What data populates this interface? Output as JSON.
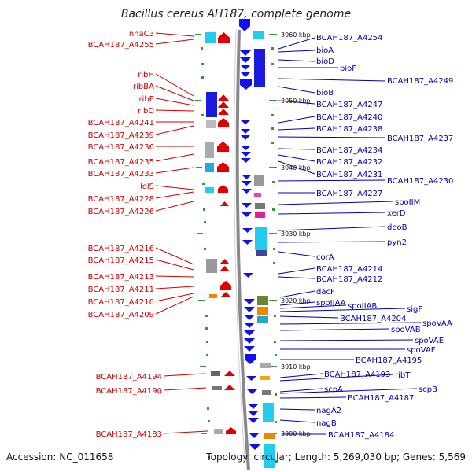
{
  "title": "Bacillus cereus AH187, complete genome",
  "footer": {
    "accession": "Accession: NC_011658",
    "topology": "Topology: circular; Length: 5,269,030 bp; Genes: 5,569"
  },
  "colors": {
    "forward": "#e00000",
    "reverse": "#1010ee",
    "left_label": "#cc0000",
    "right_label": "#0000aa",
    "tick": "#339933",
    "backbone": "#888888"
  },
  "kbp_marks": [
    "3960 kbp",
    "3950 kbp",
    "3940 kbp",
    "3930 kbp",
    "3920 kbp",
    "3910 kbp",
    "3900 kbp"
  ],
  "left_labels": [
    "nhaC3",
    "BCAH187_A4255",
    "ribH",
    "ribBA",
    "ribE",
    "ribD",
    "BCAH187_A4241",
    "BCAH187_A4239",
    "BCAH187_A4236",
    "BCAH187_A4235",
    "BCAH187_A4233",
    "lolS",
    "BCAH187_A4228",
    "BCAH187_A4226",
    "BCAH187_A4216",
    "BCAH187_A4215",
    "BCAH187_A4213",
    "BCAH187_A4211",
    "BCAH187_A4210",
    "BCAH187_A4209",
    "BCAH187_A4194",
    "BCAH187_A4190",
    "BCAH187_A4183"
  ],
  "right_labels": [
    "BCAH187_A4254",
    "bioA",
    "bioD",
    "bioF",
    "BCAH187_A4249",
    "bioB",
    "BCAH187_A4247",
    "BCAH187_A4240",
    "BCAH187_A4238",
    "BCAH187_A4237",
    "BCAH187_A4234",
    "BCAH187_A4232",
    "BCAH187_A4231",
    "BCAH187_A4230",
    "BCAH187_A4227",
    "spoIIM",
    "xerD",
    "deoB",
    "pyn2",
    "corA",
    "BCAH187_A4214",
    "BCAH187_A4212",
    "dacF",
    "spoIIAA",
    "spoIIAB",
    "sigF",
    "BCAH187_A4204",
    "spoVAA",
    "spoVAB",
    "spoVAE",
    "spoVAF",
    "BCAH187_A4195",
    "BCAH187_A4193",
    "ribT",
    "scpA",
    "scpB",
    "BCAH187_A4187",
    "nagA2",
    "nagB",
    "BCAH187_A4184"
  ]
}
